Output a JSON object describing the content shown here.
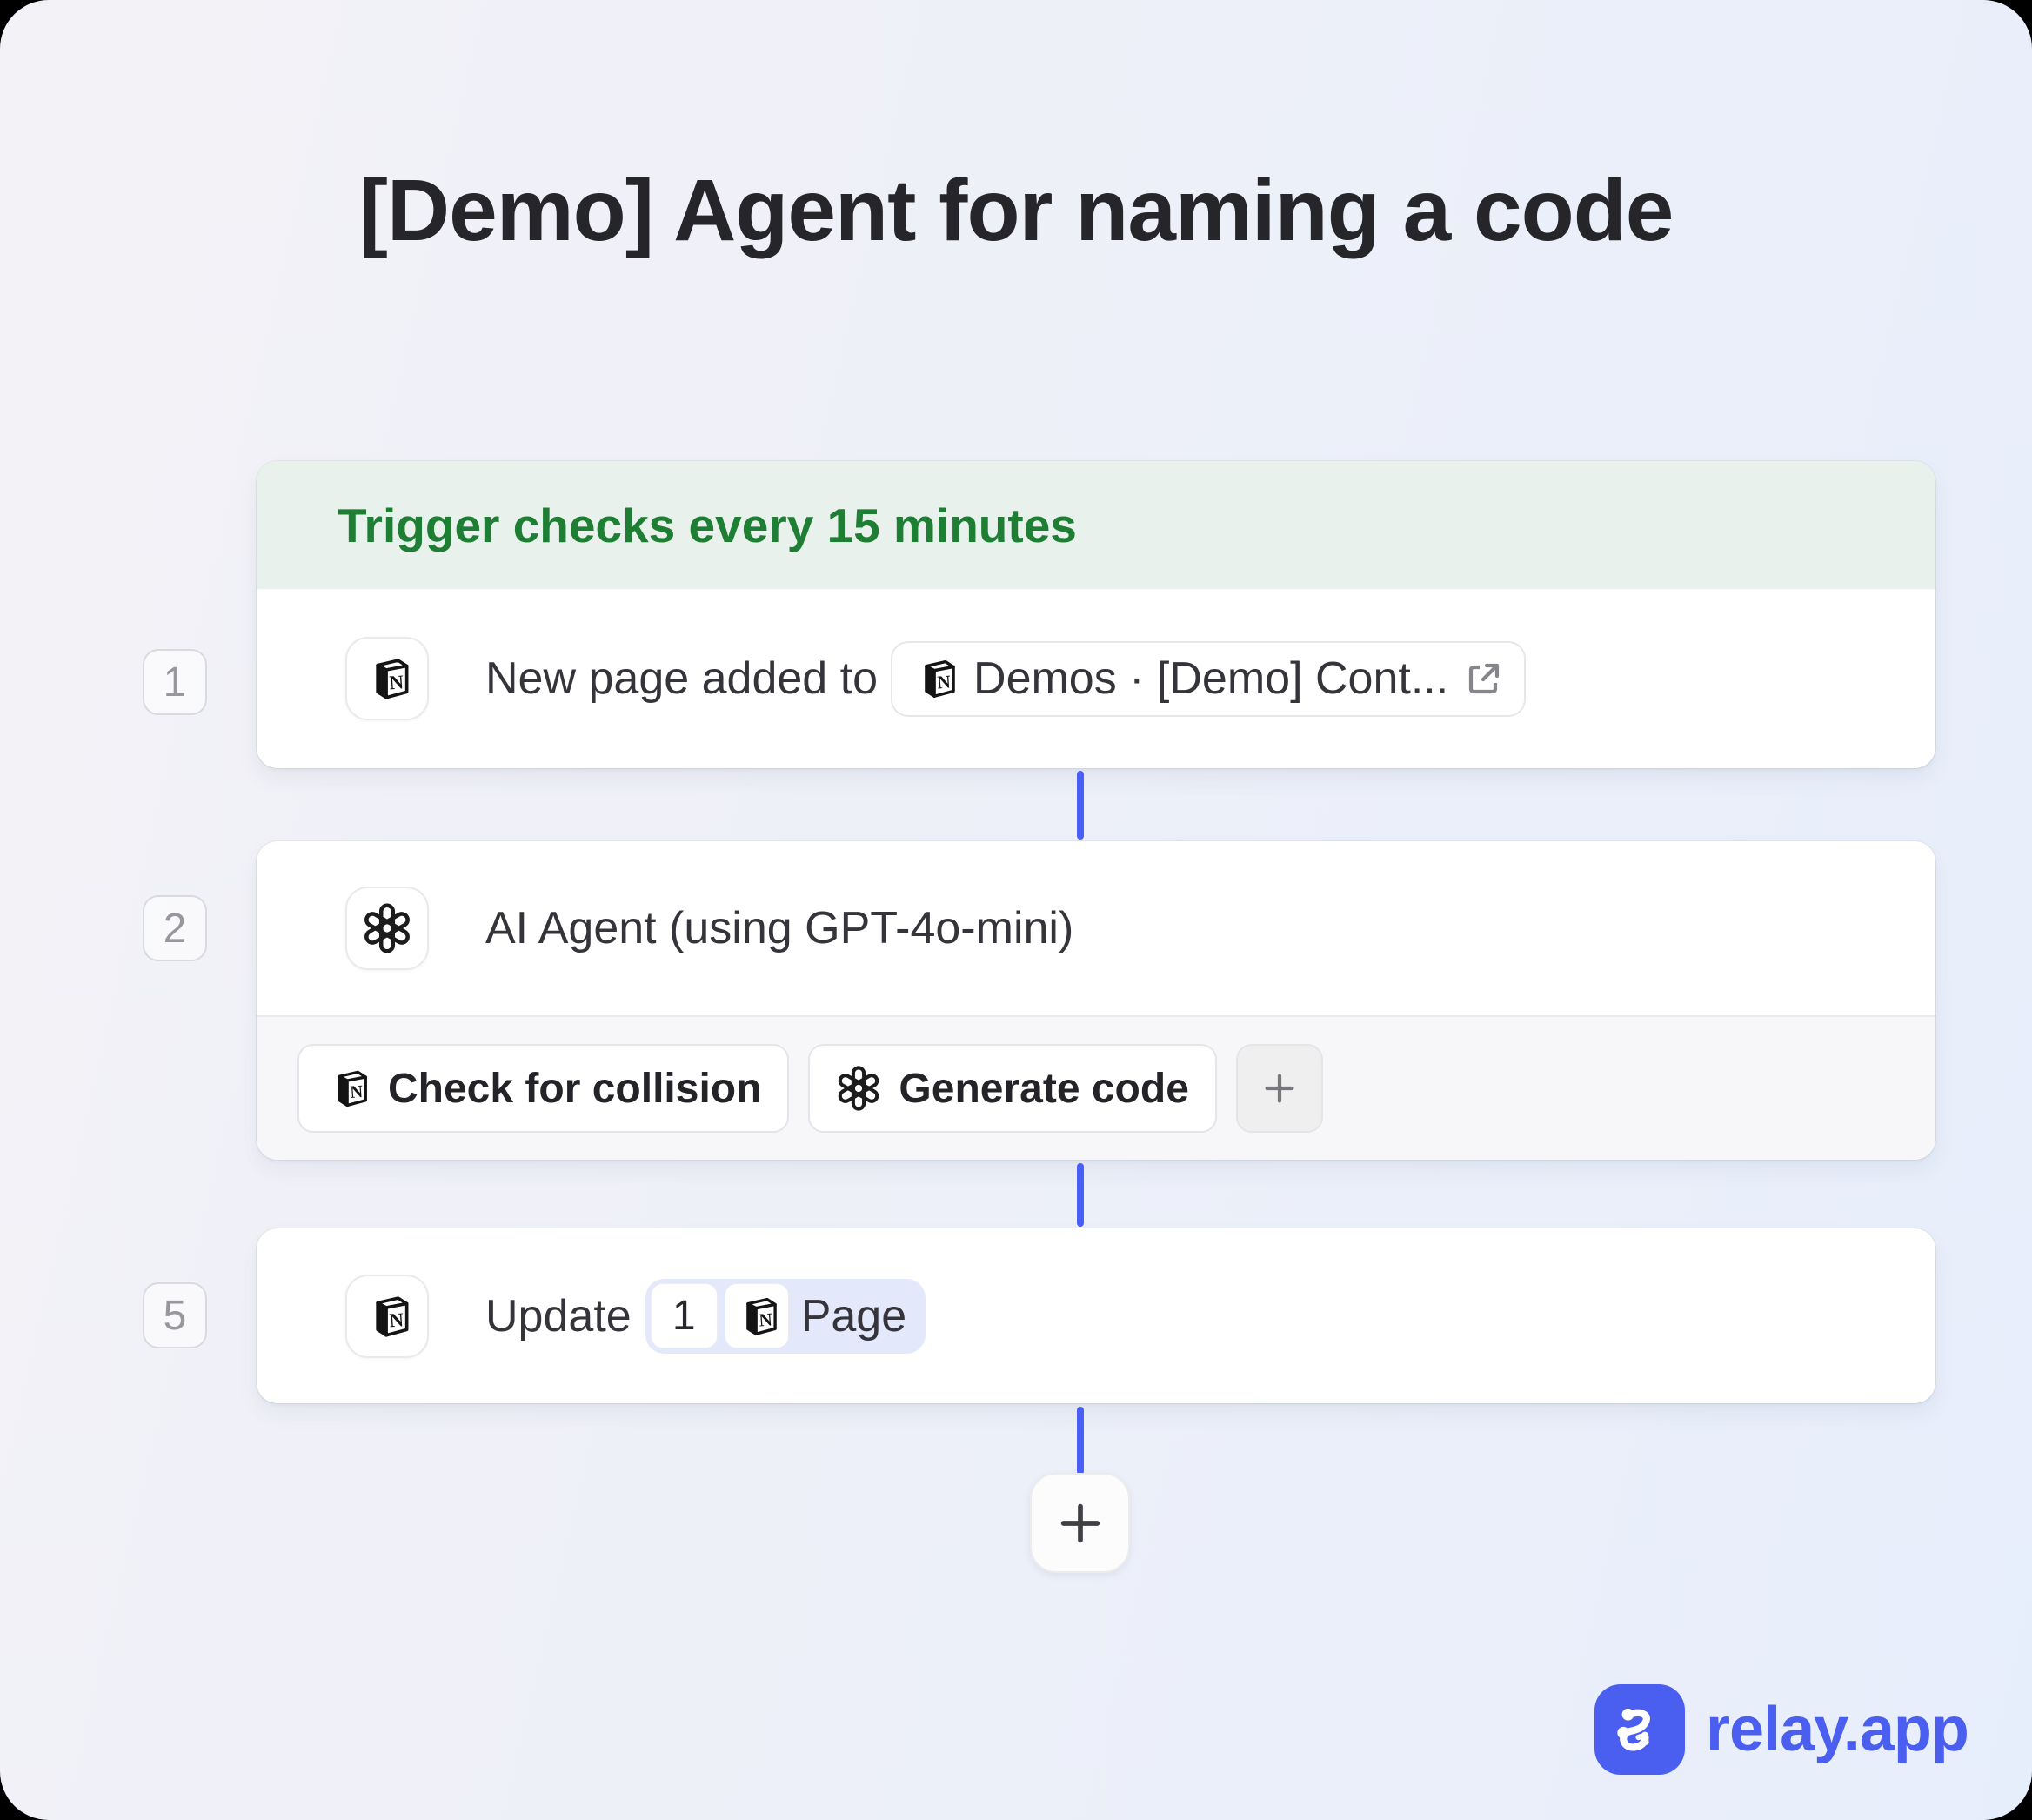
{
  "title": "[Demo] Agent for naming a code",
  "trigger": {
    "step_number": "1",
    "header": "Trigger checks every 15 minutes",
    "app_icon": "notion-icon",
    "text": "New page added to",
    "target_chip": {
      "icon": "notion-icon",
      "label": "Demos · [Demo] Cont...",
      "trailing_icon": "external-link-icon"
    }
  },
  "steps": [
    {
      "number": "2",
      "icon": "openai-icon",
      "title": "AI Agent (using GPT-4o-mini)",
      "tools": [
        {
          "icon": "notion-icon",
          "label": "Check for collision"
        },
        {
          "icon": "openai-icon",
          "label": "Generate code"
        }
      ],
      "add_tool_icon": "plus-icon"
    },
    {
      "number": "5",
      "icon": "notion-icon",
      "text_before": "Update",
      "pill": {
        "count": "1",
        "icon": "notion-icon",
        "label": "Page"
      }
    }
  ],
  "add_step_icon": "plus-icon",
  "branding": {
    "logo_icon": "relay-logo",
    "logo_text": "relay.app"
  },
  "colors": {
    "connector_blue": "#4a5ff5",
    "trigger_green_text": "#1e7e34",
    "trigger_green_bg": "#e8f1eb",
    "pill_bg": "#e4e8fb",
    "brand_blue": "#4a5ef0",
    "card_bg": "#ffffff",
    "tools_section_bg": "#f7f7f9"
  }
}
